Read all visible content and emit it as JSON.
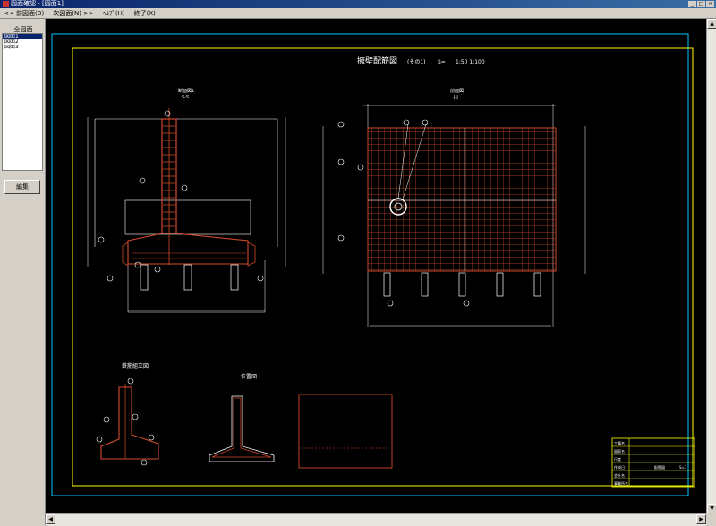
{
  "window": {
    "title": "図面確認 - [図面1]",
    "controls": [
      "_",
      "□",
      "×"
    ]
  },
  "menu": {
    "prev": "<< 前図面(B)",
    "next": "次図面(N) >>",
    "help": "ﾍﾙﾌﾟ(H)",
    "exit": "終了(X)"
  },
  "left_panel": {
    "title": "全図面",
    "items": [
      "図面1",
      "図面2",
      "図面3"
    ],
    "selected_index": 0,
    "edit_button": "編集"
  },
  "drawing": {
    "title": "擁壁配筋図",
    "subtitle": "(その1)",
    "scale_label": "S=",
    "scale_value": "1:50 1:100",
    "section_label": "断面図1",
    "section_id": "S-S",
    "front_label": "前面図",
    "front_id": "J-J",
    "bottom_left_title": "鉄筋組立図",
    "bottom_mid_title": "位置図",
    "title_block_rows": [
      "工事名",
      "図面名",
      "尺度",
      "作成日",
      "会社名",
      "事業所名"
    ],
    "title_block_value": "配筋図",
    "title_block_note": "S=1"
  },
  "colors": {
    "rebar": "#d24a2a",
    "outline": "#ffffff",
    "inner_frame": "#ffff00",
    "outer_frame": "#00c8ff",
    "background": "#000000"
  }
}
